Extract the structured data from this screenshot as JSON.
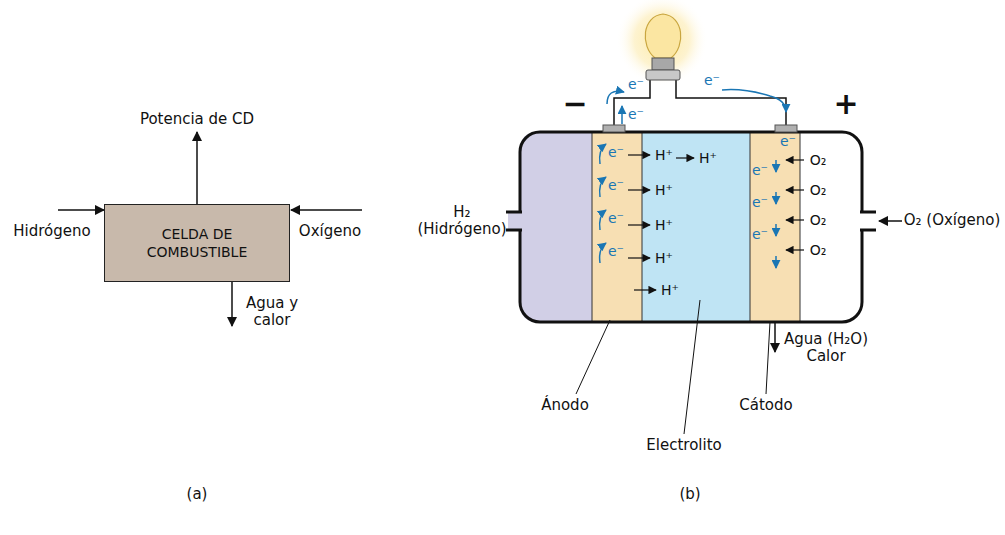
{
  "diagram": {
    "nodes": [
      {
        "text": [
          "CELDA DE COMBUSTIBLE"
        ]
      }
    ],
    "labels": [
      "Potencia de CD",
      "Hidrógeno",
      "Oxígeno",
      "Agua y calor",
      "(a)",
      "(b)",
      "−",
      "+",
      "H₂ (Hidrógeno)",
      "O₂ (Oxígeno)",
      "e⁻",
      "e⁻",
      "e⁻",
      "e⁻",
      "e⁻",
      "e⁻",
      "e⁻",
      "e⁻",
      "e⁻",
      "e⁻",
      "e⁻",
      "H⁺",
      "H⁺",
      "H⁺",
      "H⁺",
      "H⁺",
      "H⁺",
      "O₂",
      "O₂",
      "O₂",
      "O₂",
      "Ánodo",
      "Electrolito",
      "Cátodo",
      "Agua (H₂O) Calor"
    ]
  }
}
